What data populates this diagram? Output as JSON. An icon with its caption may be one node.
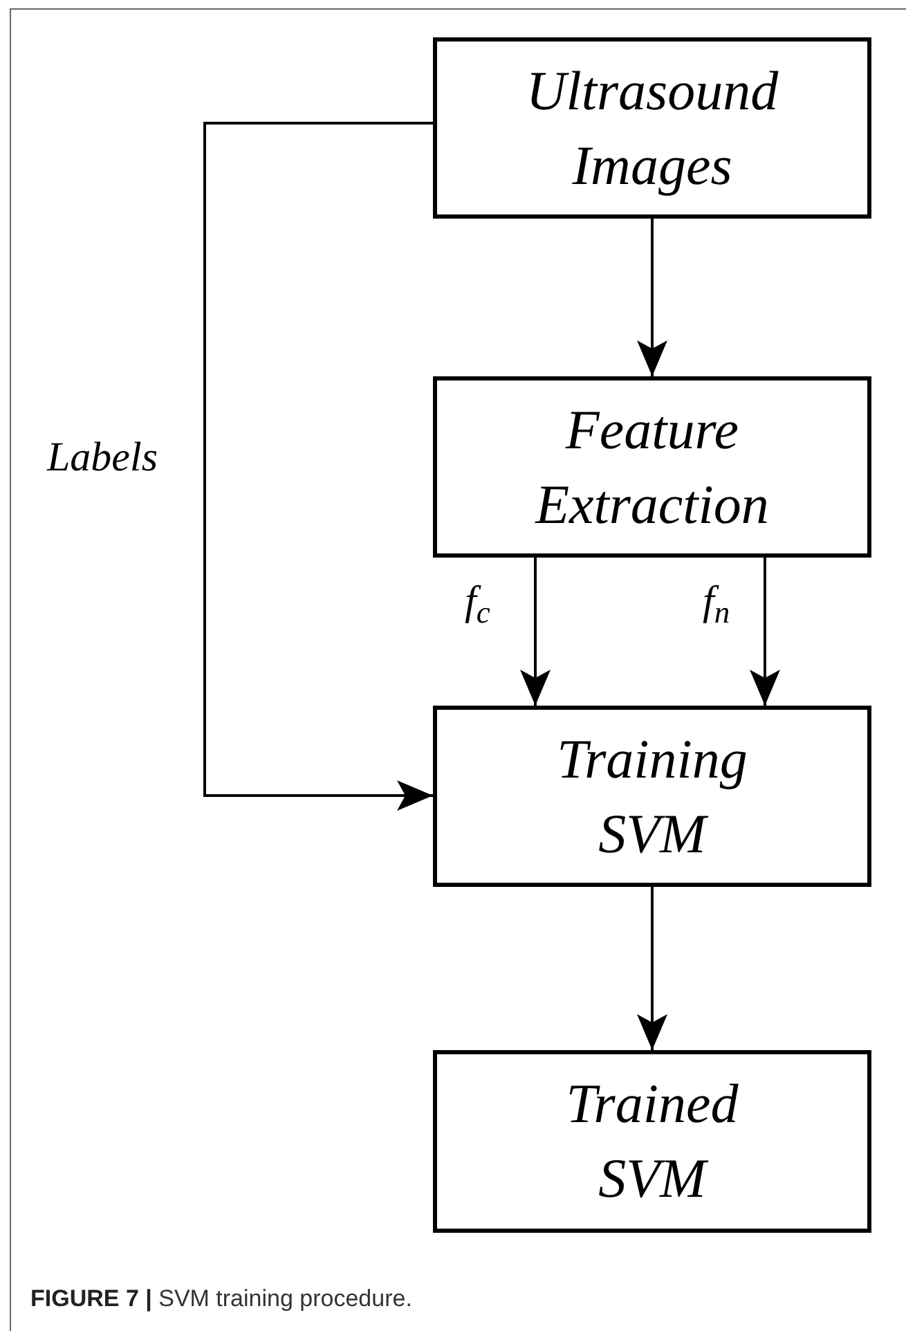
{
  "diagram": {
    "caption": "**FIGURE 7 |** SVM training procedure.",
    "nodes": [
      {
        "text": [
          "Ultrasound Images"
        ]
      },
      {
        "text": [
          "Feature Extraction"
        ]
      },
      {
        "text": [
          "Training SVM"
        ]
      },
      {
        "text": [
          "Trained SVM"
        ]
      }
    ],
    "edges": [
      {
        "from": 0,
        "to": 1,
        "arrow": "to"
      },
      {
        "from": 1,
        "to": 2,
        "arrow": "to",
        "label": "f$_{c}$"
      },
      {
        "from": 1,
        "to": 2,
        "arrow": "to",
        "label": "f$_{n}$"
      },
      {
        "from": 0,
        "to": 2,
        "arrow": "to",
        "label": "Labels"
      },
      {
        "from": 2,
        "to": 3,
        "arrow": "to"
      }
    ]
  }
}
